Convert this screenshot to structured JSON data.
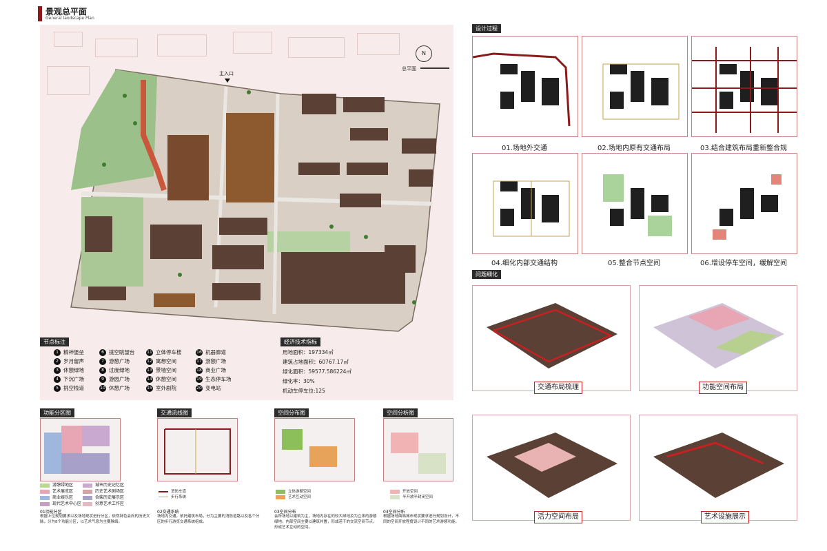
{
  "header": {
    "title_cn": "景观总平面",
    "title_en": "General landscape Plan"
  },
  "plan": {
    "main_entry": "主入口",
    "compass_letter": "N",
    "plan_label": "总平面"
  },
  "node_legend": {
    "title": "节点标注",
    "items": [
      {
        "n": "1",
        "label": "精神堡垒"
      },
      {
        "n": "2",
        "label": "岁月留声"
      },
      {
        "n": "3",
        "label": "休憩绿地"
      },
      {
        "n": "4",
        "label": "下沉广场"
      },
      {
        "n": "5",
        "label": "挑空栈道"
      },
      {
        "n": "6",
        "label": "挑空眺望台"
      },
      {
        "n": "7",
        "label": "游憩广场"
      },
      {
        "n": "8",
        "label": "过度绿地"
      },
      {
        "n": "9",
        "label": "游园广场"
      },
      {
        "n": "10",
        "label": "休憩广场"
      },
      {
        "n": "11",
        "label": "立体停车楼"
      },
      {
        "n": "12",
        "label": "寓想空间"
      },
      {
        "n": "13",
        "label": "景墙空间"
      },
      {
        "n": "14",
        "label": "休憩空间"
      },
      {
        "n": "15",
        "label": "室外剧院"
      },
      {
        "n": "16",
        "label": "机器廊道"
      },
      {
        "n": "17",
        "label": "游憩广场"
      },
      {
        "n": "18",
        "label": "商业广场"
      },
      {
        "n": "19",
        "label": "生态停车场"
      },
      {
        "n": "20",
        "label": "变电站"
      }
    ]
  },
  "econ": {
    "title": "经济技术指标",
    "items": [
      "用地面积：197334㎡",
      "建筑占地面积：60767.17㎡",
      "绿化面积：59577.586224㎡",
      "绿化率：30%",
      "机动车停车位:125"
    ]
  },
  "design_process": {
    "tag": "设计过程",
    "steps": [
      "01.场地外交通",
      "02.场地内原有交通布局",
      "03.结合建筑布局重新整合规",
      "04.细化内部交通结构",
      "05.整合节点空间",
      "06.增设停车空间，缓解空间"
    ]
  },
  "detail": {
    "tag": "问题细化",
    "labels": [
      "交通布局梳理",
      "功能空间布局",
      "活力空间布局",
      "艺术设施展示"
    ]
  },
  "analysis": [
    {
      "tag": "功能分区图",
      "heading": "01功能分区",
      "desc": "根据上位规划要求以及场地现状进行分区，依然特色会向的历史文脉，分为8个功能分区，以艺术气息为主要脉络。",
      "legend": [
        {
          "label": "游憩绿地区",
          "color": "#b9d98f"
        },
        {
          "label": "城市历史记忆区",
          "color": "#c9a9cf"
        },
        {
          "label": "艺术展览区",
          "color": "#e8a5b3"
        },
        {
          "label": "历史艺术剧场区",
          "color": "#d6a3a3"
        },
        {
          "label": "商业娱乐区",
          "color": "#9fb6dd"
        },
        {
          "label": "合柴历史展示区",
          "color": "#a7a0c9"
        },
        {
          "label": "现代艺术中心区",
          "color": "#c69fbf"
        },
        {
          "label": "创意艺术工作区",
          "color": "#e6b8c1"
        }
      ]
    },
    {
      "tag": "交通流线图",
      "heading": "02交通系统",
      "desc": "场地内交通，依托建筑布局，分为主要的消防道路以及各个分区的步行游览交通系统组成。",
      "legend": [
        {
          "label": "消防车道",
          "color": "#8b1a1a"
        },
        {
          "label": "步行系统",
          "color": "#c9a14a"
        }
      ]
    },
    {
      "tag": "空间分布图",
      "heading": "03空间分布",
      "desc": "会所场地以建筑为主，场地内存在的较大绿地及为立体的游憩绿地。内部空间主要以建筑并置，形成若干的交流空间节点，形成艺术互动的空间。",
      "legend": [
        {
          "label": "立体游憩空间",
          "color": "#8cbf5a"
        },
        {
          "label": "艺术互动空间",
          "color": "#e8a35a"
        }
      ]
    },
    {
      "tag": "空间分析图",
      "heading": "04空间分析",
      "desc": "根据场地面临城市现状要求进行规划设计，不同的空间开放程度设计不同的艺术游憩功能。",
      "legend": [
        {
          "label": "开放空间",
          "color": "#f1b3b3"
        },
        {
          "label": "半开放半封闭空间",
          "color": "#d7e2c7"
        }
      ]
    }
  ]
}
